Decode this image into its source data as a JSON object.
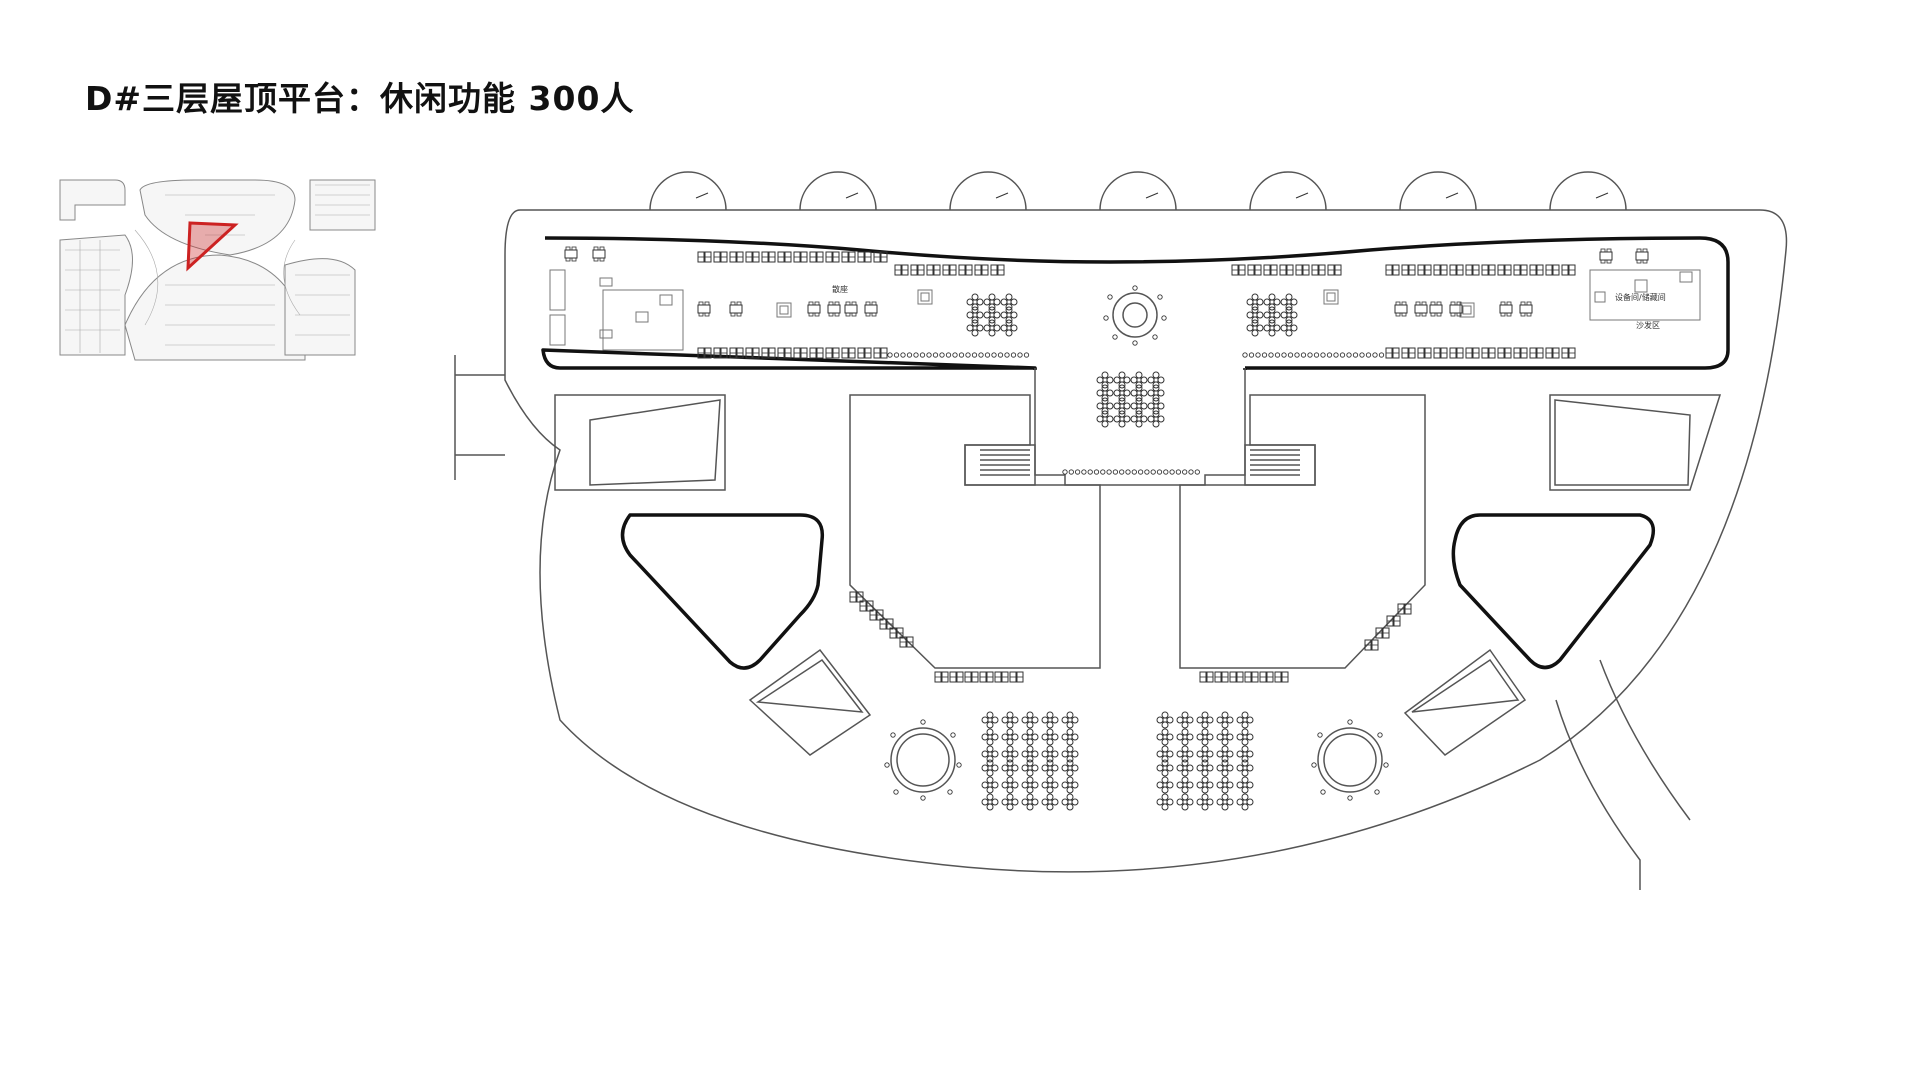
{
  "title": "D#三层屋顶平台：休闲功能  300人",
  "labels": {
    "bar": "散座",
    "equipment": "设备间/储藏间",
    "sofa": "沙发区"
  },
  "colors": {
    "highlight": "#cc2222",
    "line": "#555555",
    "wall": "#111111"
  }
}
